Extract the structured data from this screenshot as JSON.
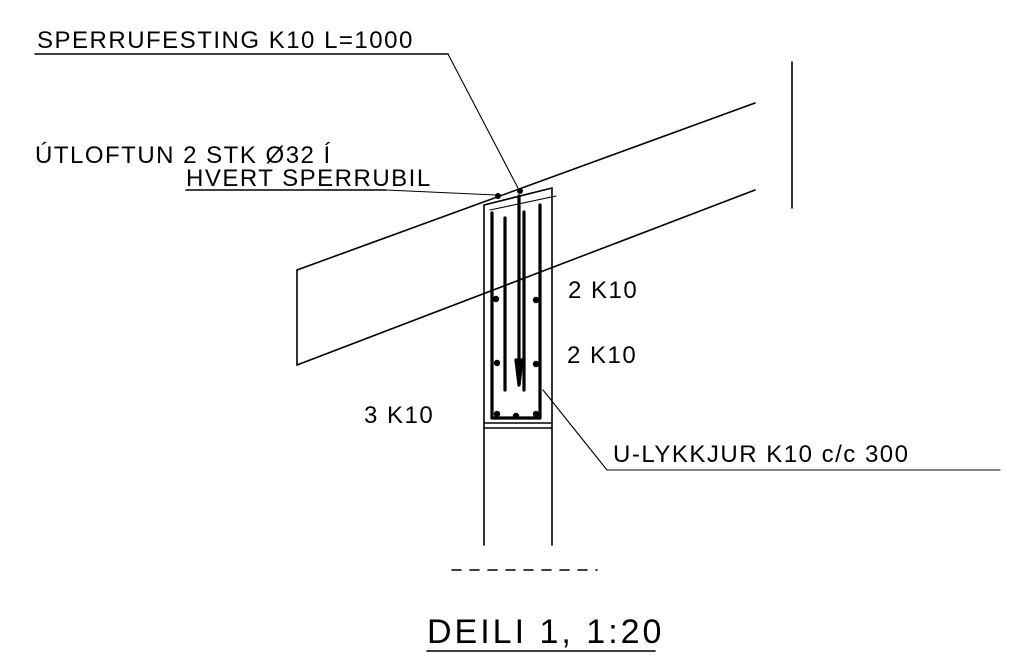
{
  "labels": {
    "sperrufesting": "SPERRUFESTING K10 L=1000",
    "utloftun_line1": "ÚTLOFTUN 2 STK Ø32 Í",
    "utloftun_line2": "HVERT SPERRUBIL",
    "upper_bars": "2 K10",
    "middle_bars": "2 K10",
    "bottom_bars": "3 K10",
    "stirrups": "U-LYKKJUR K10 c/c 300"
  },
  "title": "DEILI 1, 1:20"
}
